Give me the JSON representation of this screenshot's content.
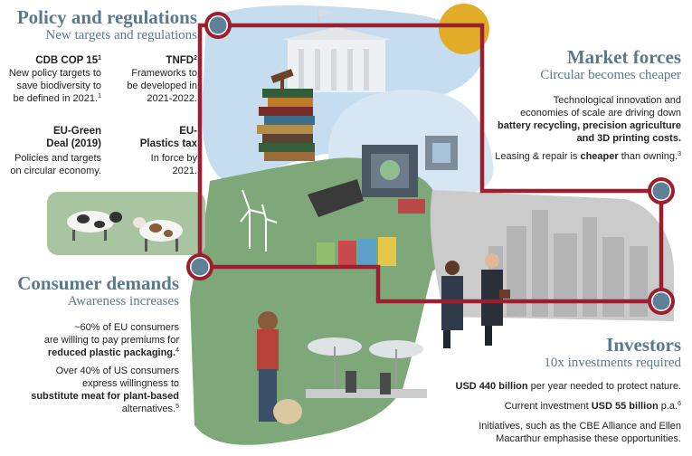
{
  "policy": {
    "title": "Policy and regulations",
    "subtitle": "New targets and regulations",
    "cdb_head": "CDB COP 15",
    "cdb_sup": "1",
    "cdb_text_1": "New policy targets to",
    "cdb_text_2": "save biodiversity to",
    "cdb_text_3": "be defined in 2021.",
    "cdb_text_sup": "1",
    "tnfd_head": "TNFD",
    "tnfd_sup": "2",
    "tnfd_text_1": "Frameworks to",
    "tnfd_text_2": "be developed in",
    "tnfd_text_3": "2021-2022.",
    "eu_green_head_1": "EU-Green",
    "eu_green_head_2": "Deal (2019)",
    "eu_green_text_1": "Policies and targets",
    "eu_green_text_2": "on circular economy.",
    "eu_plastics_head_1": "EU-",
    "eu_plastics_head_2": "Plastics tax",
    "eu_plastics_text_1": "In force by",
    "eu_plastics_text_2": "2021."
  },
  "market": {
    "title": "Market forces",
    "subtitle": "Circular becomes cheaper",
    "line1": "Technological innovation and",
    "line2": "economies of scale are driving down",
    "line3": "battery recycling, precision agriculture",
    "line4": "and 3D printing costs.",
    "line5_a": "Leasing & repair is ",
    "line5_b": "cheaper",
    "line5_c": " than owning.",
    "line5_sup": "3"
  },
  "consumer": {
    "title": "Consumer demands",
    "subtitle": "Awareness increases",
    "p1_l1": "~60% of EU consumers",
    "p1_l2": "are willing to pay premiums for",
    "p1_l3": "reduced plastic packaging.",
    "p1_sup": "4",
    "p2_l1": "Over 40% of US consumers",
    "p2_l2": "express willingness to",
    "p2_l3": "substitute meat for plant-based",
    "p2_l4": "alternatives.",
    "p2_sup": "5"
  },
  "investors": {
    "title": "Investors",
    "subtitle": "10x investments required",
    "l1_a": "USD 440 billion",
    "l1_b": " per year needed to protect nature.",
    "l2_a": "Current investment ",
    "l2_b": "USD 55 billion",
    "l2_c": " p.a.",
    "l2_sup": "6",
    "l3": "Initiatives, such as the CBE Alliance and Ellen",
    "l4": "Macarthur emphasise these opportunities."
  },
  "colors": {
    "frame": "#9b1f2e",
    "node": "#5f8197",
    "heading": "#5a7a8c",
    "sky": "#bdd6ec",
    "field": "#7aa374",
    "city": "#c9c9c9",
    "sun": "#e1ac28"
  }
}
